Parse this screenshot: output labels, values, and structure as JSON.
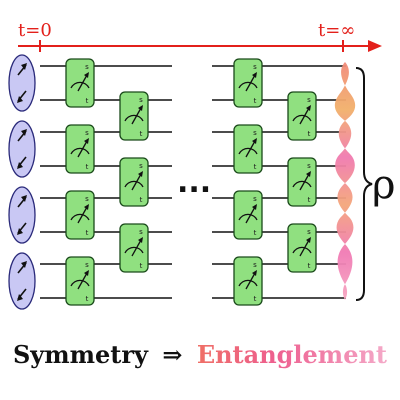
{
  "timeline": {
    "start_label": "t=0",
    "end_label": "t=∞",
    "color": "#e3201b"
  },
  "circuit": {
    "qubit_pairs": 4,
    "ellipsis": "...",
    "pair_color": "#c9c8f4",
    "gate_color": "#90e080",
    "gate_label_top": "s",
    "gate_label_bottom": "t",
    "icons": [
      "arrow-pair-icon",
      "meter-icon"
    ]
  },
  "output": {
    "state_symbol": "ρ"
  },
  "caption": {
    "left": "Symmetry",
    "arrow": "⇒",
    "right": "Entanglement"
  }
}
